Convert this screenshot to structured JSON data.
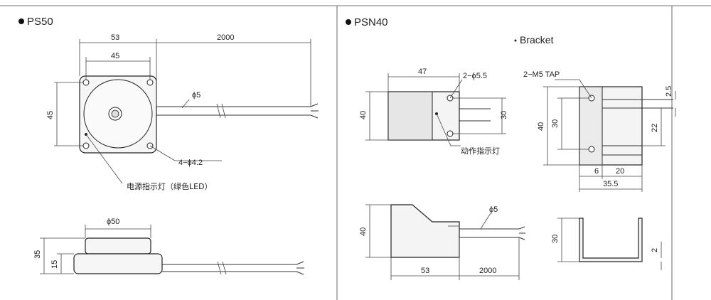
{
  "sections": {
    "ps50": {
      "title": "PS50"
    },
    "psn40": {
      "title": "PSN40"
    }
  },
  "labels": {
    "bracket": "Bracket",
    "ps50_power_led": "电源指示灯（绿色LED）",
    "psn40_action_led": "动作指示灯",
    "m5_tap": "2−M5 TAP",
    "psn40_holes": "2−ϕ5.5",
    "ps50_holes": "4−ϕ4.2",
    "ps50_cable_dia": "ϕ5",
    "ps50_face_dia": "ϕ50",
    "psn40_cable_dia": "ϕ5"
  },
  "dims": {
    "ps50_width": "53",
    "ps50_inner": "45",
    "ps50_height": "45",
    "ps50_cable": "2000",
    "ps50_side_h": "35",
    "ps50_side_base": "15",
    "psn40_width": "47",
    "psn40_height": "40",
    "psn40_inner": "30",
    "psn40_side_h": "40",
    "psn40_side_w": "53",
    "psn40_cable": "2000",
    "br_height": "40",
    "br_inner": "30",
    "br_slot": "22",
    "br_tab": "2.5",
    "br_gap": "6",
    "br_span": "20",
    "br_width": "35.5",
    "br_side_h": "30",
    "br_thick": "2"
  },
  "colors": {
    "line": "#333333",
    "body_fill": "#eeeeee",
    "face": "#f8f8f8"
  }
}
